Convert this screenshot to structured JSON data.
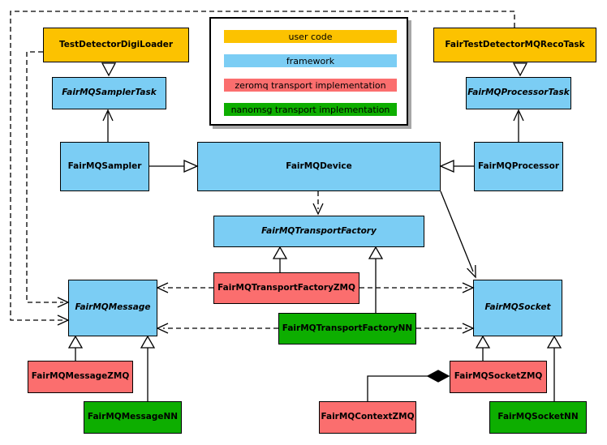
{
  "colors": {
    "user_code": "#FCC200",
    "framework": "#7BCDF4",
    "zeromq": "#FB6E6E",
    "nanomsg": "#0DAE00",
    "line": "#000000",
    "canvas": "#FFFFFF"
  },
  "legend": {
    "items": [
      {
        "label": "user code",
        "color": "user_code"
      },
      {
        "label": "framework",
        "color": "framework"
      },
      {
        "label": "zeromq transport implementation",
        "color": "zeromq"
      },
      {
        "label": "nanomsg transport implementation",
        "color": "nanomsg"
      }
    ]
  },
  "nodes": {
    "test_detector_digi_loader": {
      "label": "TestDetectorDigiLoader",
      "category": "user code",
      "abstract": false
    },
    "fair_test_detector_mq_reco_task": {
      "label": "FairTestDetectorMQRecoTask",
      "category": "user code",
      "abstract": false
    },
    "fairmq_sampler_task": {
      "label": "FairMQSamplerTask",
      "category": "framework",
      "abstract": true
    },
    "fairmq_processor_task": {
      "label": "FairMQProcessorTask",
      "category": "framework",
      "abstract": true
    },
    "fairmq_sampler": {
      "label": "FairMQSampler",
      "category": "framework",
      "abstract": false
    },
    "fairmq_device": {
      "label": "FairMQDevice",
      "category": "framework",
      "abstract": false
    },
    "fairmq_processor": {
      "label": "FairMQProcessor",
      "category": "framework",
      "abstract": false
    },
    "fairmq_transport_factory": {
      "label": "FairMQTransportFactory",
      "category": "framework",
      "abstract": true
    },
    "fairmq_transport_factory_zmq": {
      "label": "FairMQTransportFactoryZMQ",
      "category": "zeromq",
      "abstract": false
    },
    "fairmq_transport_factory_nn": {
      "label": "FairMQTransportFactoryNN",
      "category": "nanomsg",
      "abstract": false
    },
    "fairmq_message": {
      "label": "FairMQMessage",
      "category": "framework",
      "abstract": true
    },
    "fairmq_socket": {
      "label": "FairMQSocket",
      "category": "framework",
      "abstract": true
    },
    "fairmq_message_zmq": {
      "label": "FairMQMessageZMQ",
      "category": "zeromq",
      "abstract": false
    },
    "fairmq_message_nn": {
      "label": "FairMQMessageNN",
      "category": "nanomsg",
      "abstract": false
    },
    "fairmq_context_zmq": {
      "label": "FairMQContextZMQ",
      "category": "zeromq",
      "abstract": false
    },
    "fairmq_socket_zmq": {
      "label": "FairMQSocketZMQ",
      "category": "zeromq",
      "abstract": false
    },
    "fairmq_socket_nn": {
      "label": "FairMQSocketNN",
      "category": "nanomsg",
      "abstract": false
    }
  },
  "relationships": [
    {
      "from": "TestDetectorDigiLoader",
      "to": "FairMQSamplerTask",
      "head": "hollow-triangle-down",
      "line": "solid"
    },
    {
      "from": "FairTestDetectorMQRecoTask",
      "to": "FairMQProcessorTask",
      "head": "hollow-triangle-down",
      "line": "solid"
    },
    {
      "from": "FairMQSampler",
      "to": "FairMQSamplerTask",
      "head": "open-arrow-up",
      "line": "solid"
    },
    {
      "from": "FairMQProcessor",
      "to": "FairMQProcessorTask",
      "head": "open-arrow-up",
      "line": "solid"
    },
    {
      "from": "FairMQSampler",
      "to": "FairMQDevice",
      "head": "hollow-triangle",
      "line": "solid"
    },
    {
      "from": "FairMQProcessor",
      "to": "FairMQDevice",
      "head": "hollow-triangle",
      "line": "solid"
    },
    {
      "from": "FairMQDevice",
      "to": "FairMQTransportFactory",
      "head": "open-arrow-down",
      "line": "dashed"
    },
    {
      "from": "FairMQDevice",
      "to": "FairMQSocket",
      "head": "open-arrow",
      "line": "solid"
    },
    {
      "from": "FairMQTransportFactoryZMQ",
      "to": "FairMQTransportFactory",
      "head": "hollow-triangle-up",
      "line": "solid"
    },
    {
      "from": "FairMQTransportFactoryNN",
      "to": "FairMQTransportFactory",
      "head": "hollow-triangle-up",
      "line": "solid"
    },
    {
      "from": "FairMQTransportFactoryZMQ",
      "to": "FairMQMessage",
      "head": "open-arrow",
      "line": "dashed"
    },
    {
      "from": "FairMQTransportFactoryZMQ",
      "to": "FairMQSocket",
      "head": "open-arrow",
      "line": "dashed"
    },
    {
      "from": "FairMQTransportFactoryNN",
      "to": "FairMQMessage",
      "head": "open-arrow",
      "line": "dashed"
    },
    {
      "from": "FairMQTransportFactoryNN",
      "to": "FairMQSocket",
      "head": "open-arrow",
      "line": "dashed"
    },
    {
      "from": "TestDetectorDigiLoader",
      "to": "FairMQMessage",
      "head": "open-arrow",
      "line": "dashed"
    },
    {
      "from": "FairTestDetectorMQRecoTask",
      "to": "FairMQMessage",
      "head": "open-arrow",
      "line": "dashed"
    },
    {
      "from": "FairMQMessageZMQ",
      "to": "FairMQMessage",
      "head": "hollow-triangle-up",
      "line": "solid"
    },
    {
      "from": "FairMQMessageNN",
      "to": "FairMQMessage",
      "head": "hollow-triangle-up",
      "line": "solid"
    },
    {
      "from": "FairMQSocketZMQ",
      "to": "FairMQSocket",
      "head": "hollow-triangle-up",
      "line": "solid"
    },
    {
      "from": "FairMQSocketNN",
      "to": "FairMQSocket",
      "head": "hollow-triangle-up",
      "line": "solid"
    },
    {
      "from": "FairMQContextZMQ",
      "to": "FairMQSocketZMQ",
      "head": "filled-diamond",
      "line": "solid"
    }
  ]
}
